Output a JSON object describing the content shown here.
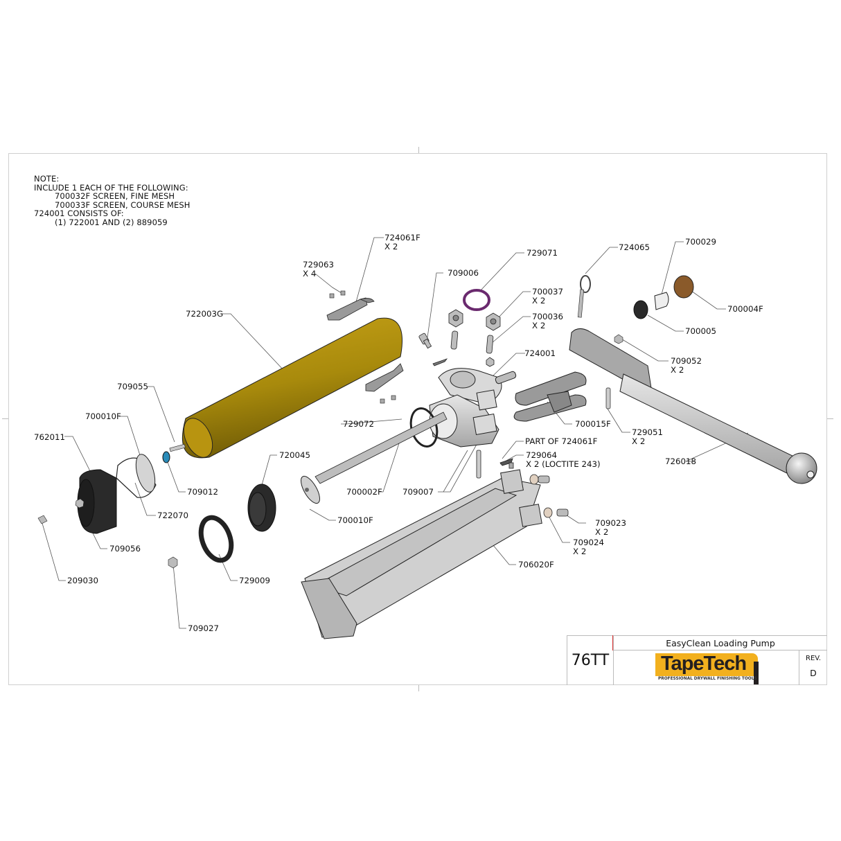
{
  "notes": {
    "heading": "NOTE:",
    "line1": "INCLUDE 1 EACH OF THE FOLLOWING:",
    "line2": "700032F SCREEN, FINE MESH",
    "line3": "700033F SCREEN, COURSE MESH",
    "line4": "724001 CONSISTS OF:",
    "line5": "(1) 722001 AND (2) 889059"
  },
  "labels": {
    "p724061F": "724061F\nX 2",
    "p729063": "729063\nX 4",
    "p722003G": "722003G",
    "p709006": "709006",
    "p729071": "729071",
    "p700037": "700037\nX 2",
    "p700036": "700036\nX 2",
    "p724001": "724001",
    "p724065": "724065",
    "p700029": "700029",
    "p700004F": "700004F",
    "p700005": "700005",
    "p709052": "709052\nX 2",
    "p709055": "709055",
    "p700010F_a": "700010F",
    "p762011": "762011",
    "p709012": "709012",
    "p722070": "722070",
    "p709056": "709056",
    "p209030": "209030",
    "p720045": "720045",
    "p729072": "729072",
    "p700002F": "700002F",
    "p709007": "709007",
    "p700010F_b": "700010F",
    "p729009": "729009",
    "p709027": "709027",
    "p700015F": "700015F",
    "p729051": "729051\nX 2",
    "p726018": "726018",
    "part_of": "PART OF 724061F",
    "p729064": "729064\nX 2 (LOCTITE 243)",
    "p709023": "709023\nX 2",
    "p709024": "709024\nX 2",
    "p706020F": "706020F"
  },
  "title_block": {
    "drawing_number": "76TT",
    "title": "EasyClean Loading Pump",
    "logo_text": "TapeTech",
    "logo_tagline": "PROFESSIONAL DRYWALL FINISHING TOOLS",
    "rev_label": "REV.",
    "rev_value": "D"
  },
  "colors": {
    "tube": "#a88a0c",
    "oring_purple": "#6a2a6e",
    "washer_blue": "#2a8bb8",
    "bushing_bronze": "#8a5a2a",
    "logo_yellow": "#f2b01e",
    "part_gray": "#c8c8c8",
    "part_dark": "#222222"
  }
}
